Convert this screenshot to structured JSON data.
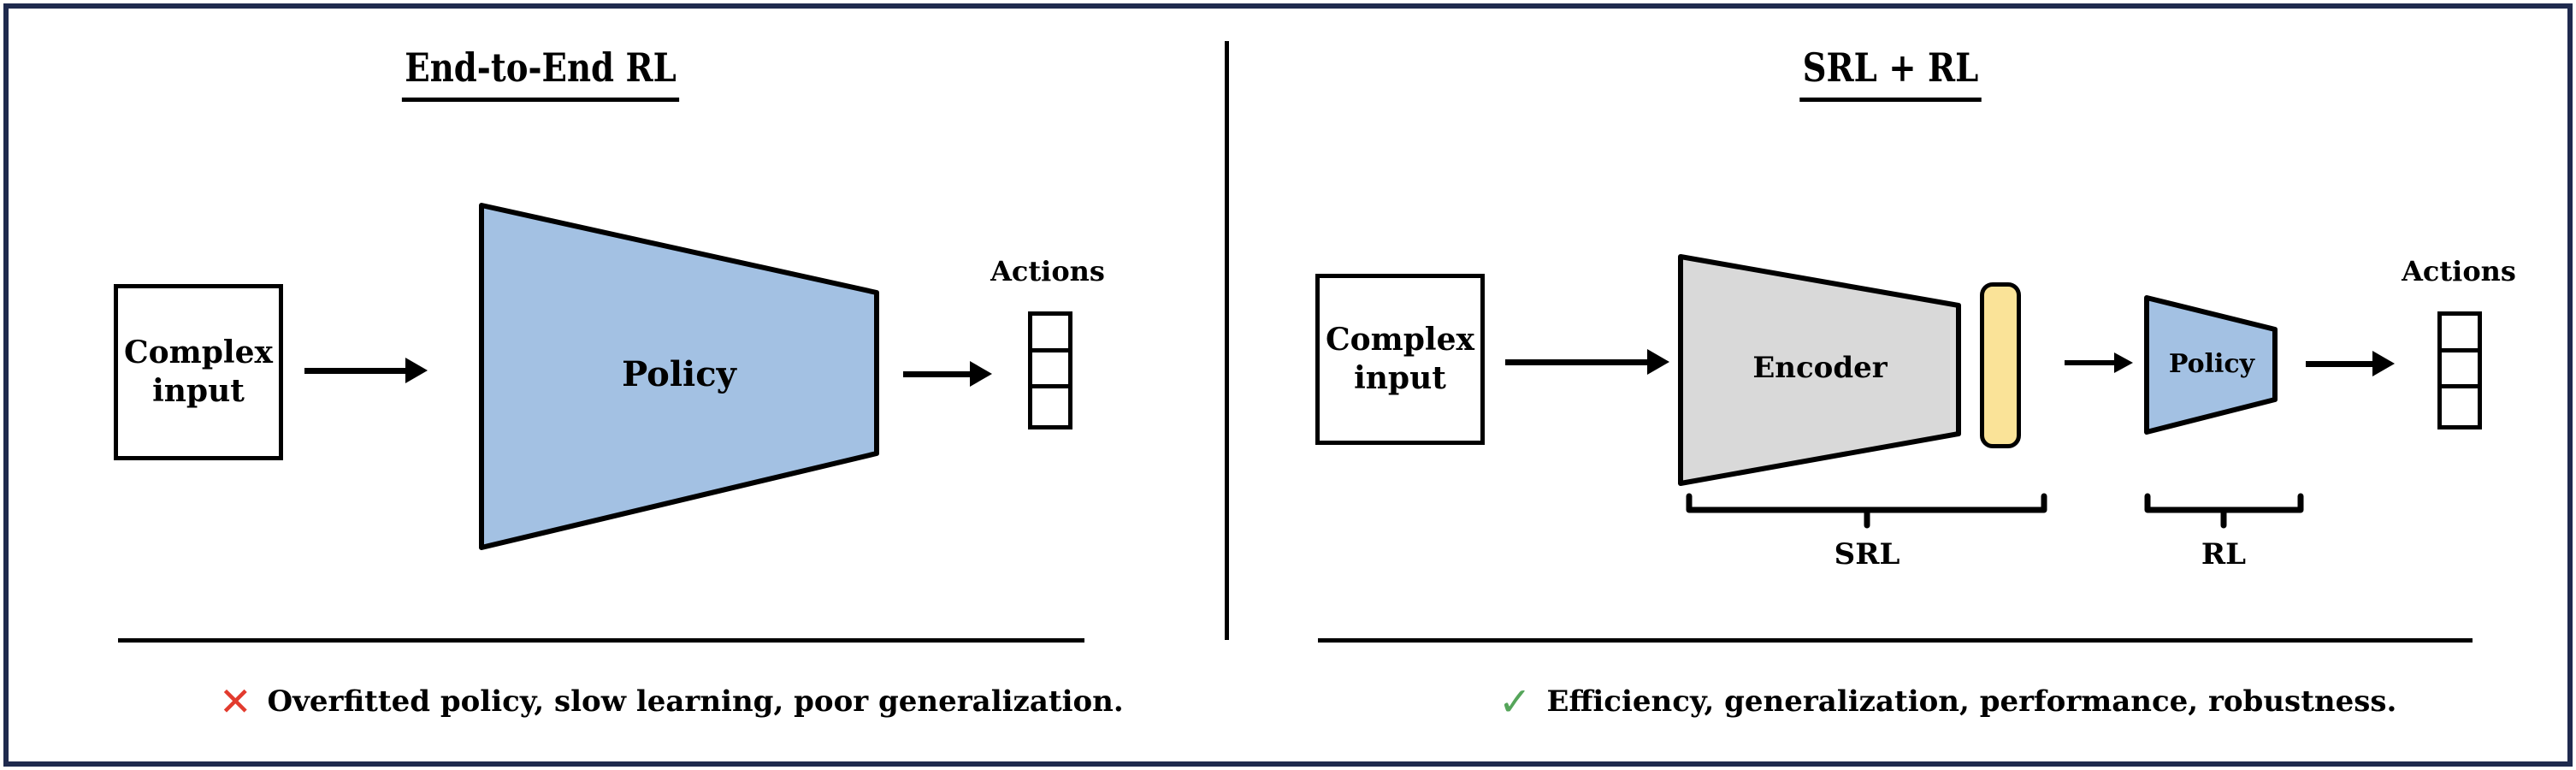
{
  "colors": {
    "frame_navy": "#1F2A4E",
    "line_black": "#000000",
    "policy_blue": "#A3C1E3",
    "encoder_gray": "#D9D9D9",
    "latent_yellow": "#FAE398",
    "cross_red": "#E23B2E",
    "check_green": "#55A55A"
  },
  "left_panel": {
    "title": "End-to-End RL",
    "input_box": {
      "line1": "Complex",
      "line2": "input"
    },
    "policy_label": "Policy",
    "actions_label": "Actions",
    "note": {
      "mark": "✕",
      "text": "Overfitted policy, slow learning, poor generalization."
    }
  },
  "right_panel": {
    "title": "SRL + RL",
    "input_box": {
      "line1": "Complex",
      "line2": "input"
    },
    "encoder_label": "Encoder",
    "policy_label": "Policy",
    "actions_label": "Actions",
    "srl_brace_label": "SRL",
    "rl_brace_label": "RL",
    "note": {
      "mark": "✓",
      "text": "Efficiency, generalization, performance, robustness."
    }
  }
}
